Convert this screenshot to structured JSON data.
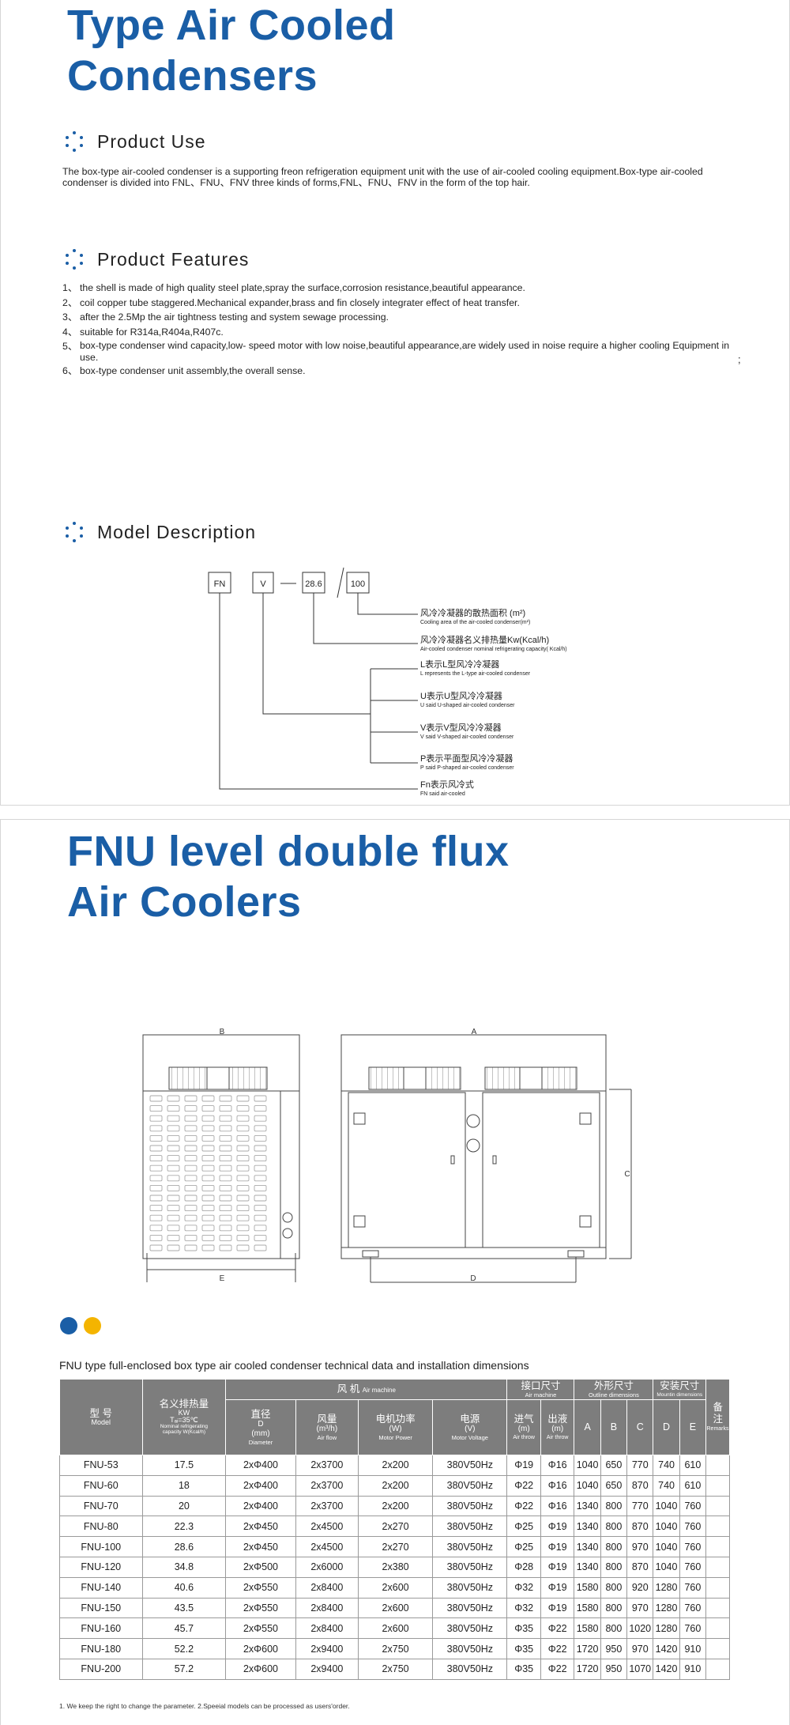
{
  "section1": {
    "title_line1": "Type Air Cooled",
    "title_line2": "Condensers",
    "product_use": {
      "heading": "Product Use",
      "text": "The box-type air-cooled condenser is a supporting freon refrigeration equipment unit with the use of air-cooled cooling equipment.Box-type air-cooled condenser is divided into FNL、FNU、FNV three kinds of forms,FNL、FNU、FNV in the form of the top hair."
    },
    "product_features": {
      "heading": "Product Features",
      "items": [
        {
          "num": "1、",
          "text": "the shell is made of high quality steel plate,spray the surface,corrosion resistance,beautiful appearance."
        },
        {
          "num": "2、",
          "text": "coil copper tube staggered.Mechanical expander,brass and fin closely integrater effect of heat transfer."
        },
        {
          "num": "3、",
          "text": "after the 2.5Mp the air tightness testing and system sewage processing."
        },
        {
          "num": "4、",
          "text": "suitable for R314a,R404a,R407c."
        },
        {
          "num": "5、",
          "text": "box-type condenser wind capacity,low- speed motor with low noise,beautiful appearance,are widely used in noise require a higher cooling Equipment in use."
        },
        {
          "num": "6、",
          "text": "box-type condenser unit assembly,the overall sense."
        }
      ],
      "trailing_mark": ";"
    },
    "model_description": {
      "heading": "Model Description",
      "codes": {
        "fn": "FN",
        "v": "V",
        "dash": "—",
        "capacity": "28.6",
        "slash": "/",
        "area": "100"
      },
      "legend": [
        {
          "cn": "风冷冷凝器的散热面积 (m²)",
          "en": "Cooling area of the air-cooled condenser(m²)"
        },
        {
          "cn": "风冷冷凝器名义排热量Kw(Kcal/h)",
          "en": "Air-cooled condenser nominal refrigerating capacity( Kcal/h)"
        },
        {
          "cn": "L表示L型风冷冷凝器",
          "en": "L represents the L-type air-cooled condenser"
        },
        {
          "cn": "U表示U型风冷冷凝器",
          "en": "U said U-shaped air-cooled condenser"
        },
        {
          "cn": "V表示V型风冷冷凝器",
          "en": "V said V-shaped air-cooled condenser"
        },
        {
          "cn": "P表示平面型风冷冷凝器",
          "en": "P said P-shaped air-cooled condenser"
        },
        {
          "cn": "Fn表示风冷式",
          "en": "FN said air-cooled"
        }
      ]
    }
  },
  "section2": {
    "title_line1": "FNU level double flux",
    "title_line2": "Air Coolers",
    "drawing_labels": {
      "b": "B",
      "a": "A",
      "c": "C",
      "e": "E",
      "d": "D"
    },
    "dot_colors": [
      "#1a5ea6",
      "#f4b400"
    ],
    "table_caption": "FNU type full-enclosed box type air cooled condenser technical data and installation dimensions",
    "table_headers": {
      "model_cn": "型 号",
      "model_en": "Model",
      "capacity_cn": "名义排热量",
      "capacity_unit": "KW",
      "capacity_cond": "Tₐᵢ=35℃",
      "capacity_en": "Nominal refrigerating capacity W(Kcal/h)",
      "fan_cn": "风 机",
      "fan_en": "Air machine",
      "diameter_cn": "直径",
      "diameter_sym": "D",
      "diameter_unit": "(mm)",
      "diameter_en": "Diameter",
      "airflow_cn": "风量",
      "airflow_unit": "(m³/h)",
      "airflow_en": "Air flow",
      "power_cn": "电机功率",
      "power_unit": "(W)",
      "power_en": "Motor Power",
      "voltage_cn": "电源",
      "voltage_unit": "(V)",
      "voltage_en": "Motor Voltage",
      "conn_cn": "接口尺寸",
      "conn_en": "Air machine",
      "inlet_cn": "进气",
      "inlet_unit": "(m)",
      "inlet_en": "Air throw",
      "outlet_cn": "出液",
      "outlet_unit": "(m)",
      "outlet_en": "Air throw",
      "outline_cn": "外形尺寸",
      "outline_en": "Outline dimensions",
      "mount_cn": "安装尺寸",
      "mount_en": "Mountin dimensions",
      "remarks_cn": "备注",
      "remarks_en": "Remarks",
      "a": "A",
      "b": "B",
      "c": "C",
      "d": "D",
      "e": "E"
    },
    "table_rows": [
      [
        "FNU-53",
        "17.5",
        "2xΦ400",
        "2x3700",
        "2x200",
        "380V50Hz",
        "Φ19",
        "Φ16",
        "1040",
        "650",
        "770",
        "740",
        "610",
        ""
      ],
      [
        "FNU-60",
        "18",
        "2xΦ400",
        "2x3700",
        "2x200",
        "380V50Hz",
        "Φ22",
        "Φ16",
        "1040",
        "650",
        "870",
        "740",
        "610",
        ""
      ],
      [
        "FNU-70",
        "20",
        "2xΦ400",
        "2x3700",
        "2x200",
        "380V50Hz",
        "Φ22",
        "Φ16",
        "1340",
        "800",
        "770",
        "1040",
        "760",
        ""
      ],
      [
        "FNU-80",
        "22.3",
        "2xΦ450",
        "2x4500",
        "2x270",
        "380V50Hz",
        "Φ25",
        "Φ19",
        "1340",
        "800",
        "870",
        "1040",
        "760",
        ""
      ],
      [
        "FNU-100",
        "28.6",
        "2xΦ450",
        "2x4500",
        "2x270",
        "380V50Hz",
        "Φ25",
        "Φ19",
        "1340",
        "800",
        "970",
        "1040",
        "760",
        ""
      ],
      [
        "FNU-120",
        "34.8",
        "2xΦ500",
        "2x6000",
        "2x380",
        "380V50Hz",
        "Φ28",
        "Φ19",
        "1340",
        "800",
        "870",
        "1040",
        "760",
        ""
      ],
      [
        "FNU-140",
        "40.6",
        "2xΦ550",
        "2x8400",
        "2x600",
        "380V50Hz",
        "Φ32",
        "Φ19",
        "1580",
        "800",
        "920",
        "1280",
        "760",
        ""
      ],
      [
        "FNU-150",
        "43.5",
        "2xΦ550",
        "2x8400",
        "2x600",
        "380V50Hz",
        "Φ32",
        "Φ19",
        "1580",
        "800",
        "970",
        "1280",
        "760",
        ""
      ],
      [
        "FNU-160",
        "45.7",
        "2xΦ550",
        "2x8400",
        "2x600",
        "380V50Hz",
        "Φ35",
        "Φ22",
        "1580",
        "800",
        "1020",
        "1280",
        "760",
        ""
      ],
      [
        "FNU-180",
        "52.2",
        "2xΦ600",
        "2x9400",
        "2x750",
        "380V50Hz",
        "Φ35",
        "Φ22",
        "1720",
        "950",
        "970",
        "1420",
        "910",
        ""
      ],
      [
        "FNU-200",
        "57.2",
        "2xΦ600",
        "2x9400",
        "2x750",
        "380V50Hz",
        "Φ35",
        "Φ22",
        "1720",
        "950",
        "1070",
        "1420",
        "910",
        ""
      ]
    ],
    "footnote": "1. We keep the right to change the parameter.      2.Speeial models can be processed as users'order."
  }
}
